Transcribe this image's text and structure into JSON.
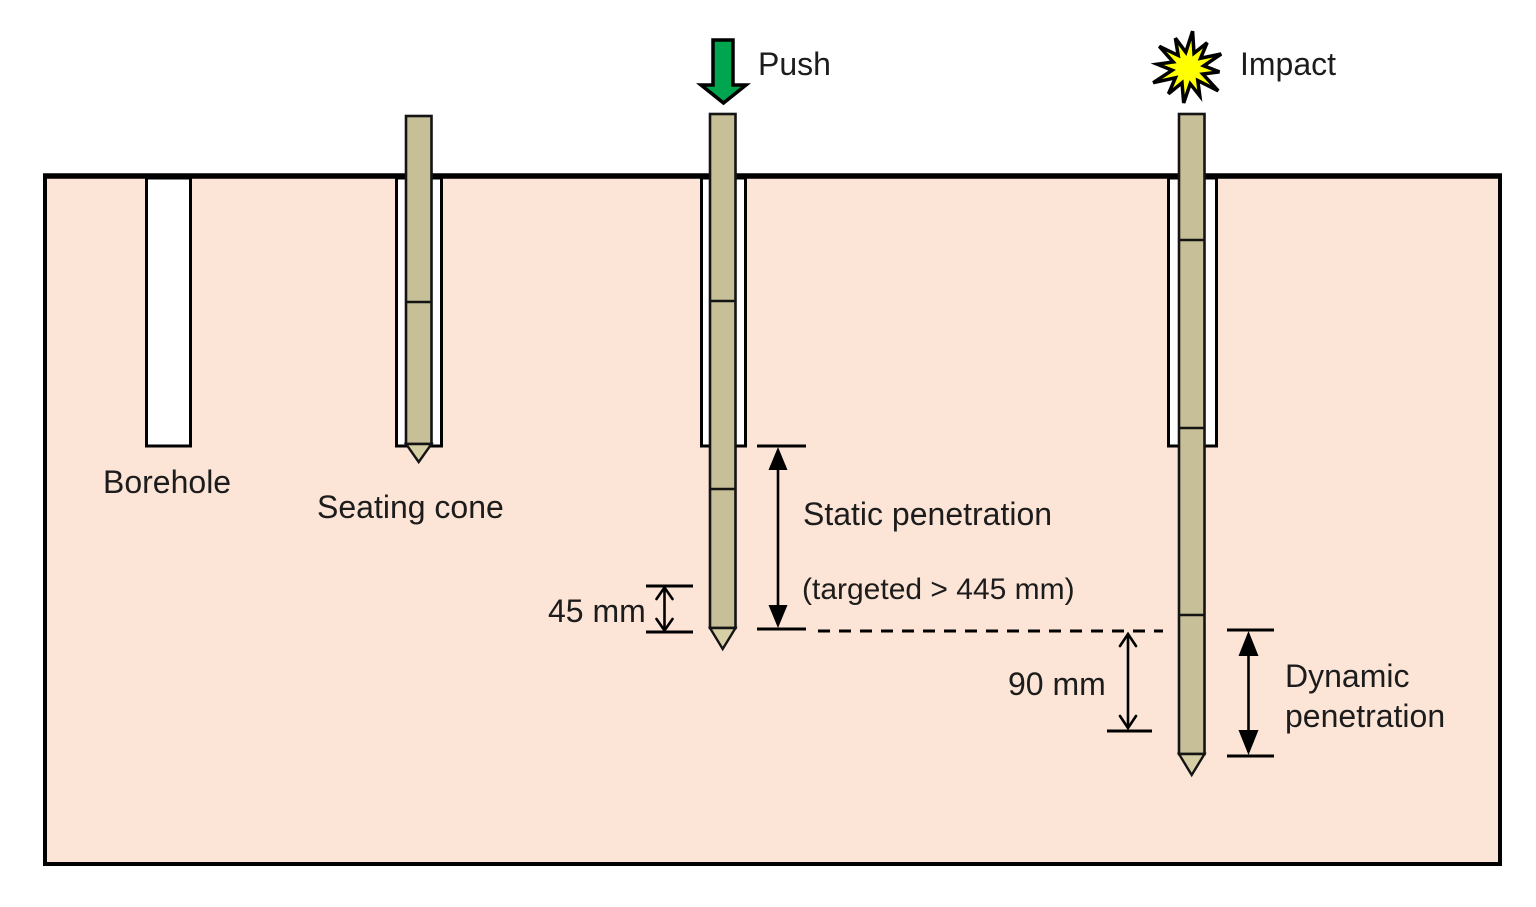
{
  "diagram": {
    "stage_labels": {
      "borehole": "Borehole",
      "seating_cone": "Seating cone",
      "push": "Push",
      "impact": "Impact"
    },
    "annotations": {
      "static_penetration": "Static penetration",
      "static_target": "(targeted > 445 mm)",
      "static_offset_45mm": "45 mm",
      "dynamic_offset_90mm": "90 mm",
      "dynamic_penetration": "Dynamic\npenetration"
    },
    "colors": {
      "soil": "#fce4d6",
      "rod": "#c7bf97",
      "rod_tip": "#d6cfa6",
      "casing_white": "#ffffff",
      "outline_black": "#000000",
      "push_arrow_green": "#00a64f",
      "impact_star_yellow": "#ffff00"
    }
  }
}
